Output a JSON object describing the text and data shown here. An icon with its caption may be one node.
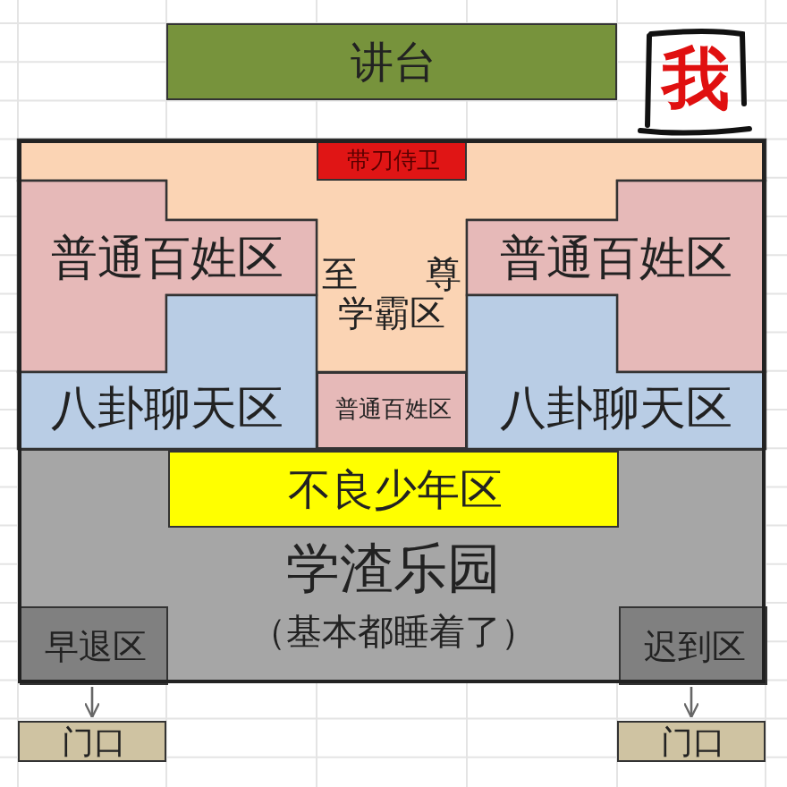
{
  "diagram": {
    "nodes": [
      {
        "text": [
          "讲台"
        ]
      },
      {
        "text": [
          "我"
        ]
      },
      {
        "text": [
          "至尊学霸区"
        ]
      },
      {
        "text": [
          "带刀侍卫"
        ],
        "in": 2
      },
      {
        "text": [
          "普通百姓区"
        ]
      },
      {
        "text": [
          "普通百姓区"
        ]
      },
      {
        "text": [
          "八卦聊天区"
        ]
      },
      {
        "text": [
          "普通百姓区"
        ]
      },
      {
        "text": [
          "八卦聊天区"
        ]
      },
      {
        "text": [
          "学渣乐园",
          "（基本都睡着了）"
        ]
      },
      {
        "text": [
          "不良少年区"
        ],
        "in": 9
      },
      {
        "text": [
          "早退区"
        ],
        "in": 9
      },
      {
        "text": [
          "迟到区"
        ],
        "in": 9
      },
      {
        "text": [
          "门口"
        ]
      },
      {
        "text": [
          "门口"
        ]
      }
    ],
    "edges": [
      {
        "from": 11,
        "to": 13,
        "arrow": "to"
      },
      {
        "from": 12,
        "to": 14,
        "arrow": "to"
      }
    ]
  }
}
